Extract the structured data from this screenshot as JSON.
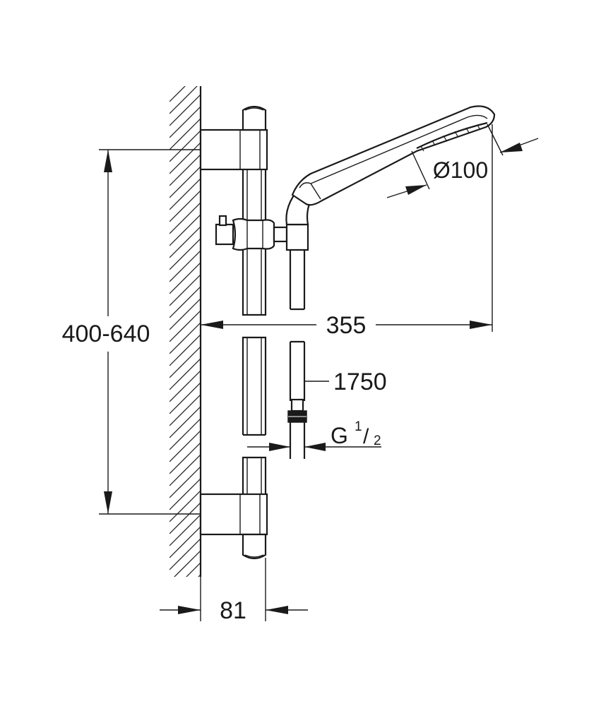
{
  "dimensions": {
    "rail_spacing": "400-640",
    "projection": "355",
    "head_diameter": "Ø100",
    "hose_length": "1750",
    "thread_letter": "G",
    "thread_numerator": "1",
    "thread_slash": "/",
    "thread_denominator": "2",
    "wall_offset": "81"
  }
}
